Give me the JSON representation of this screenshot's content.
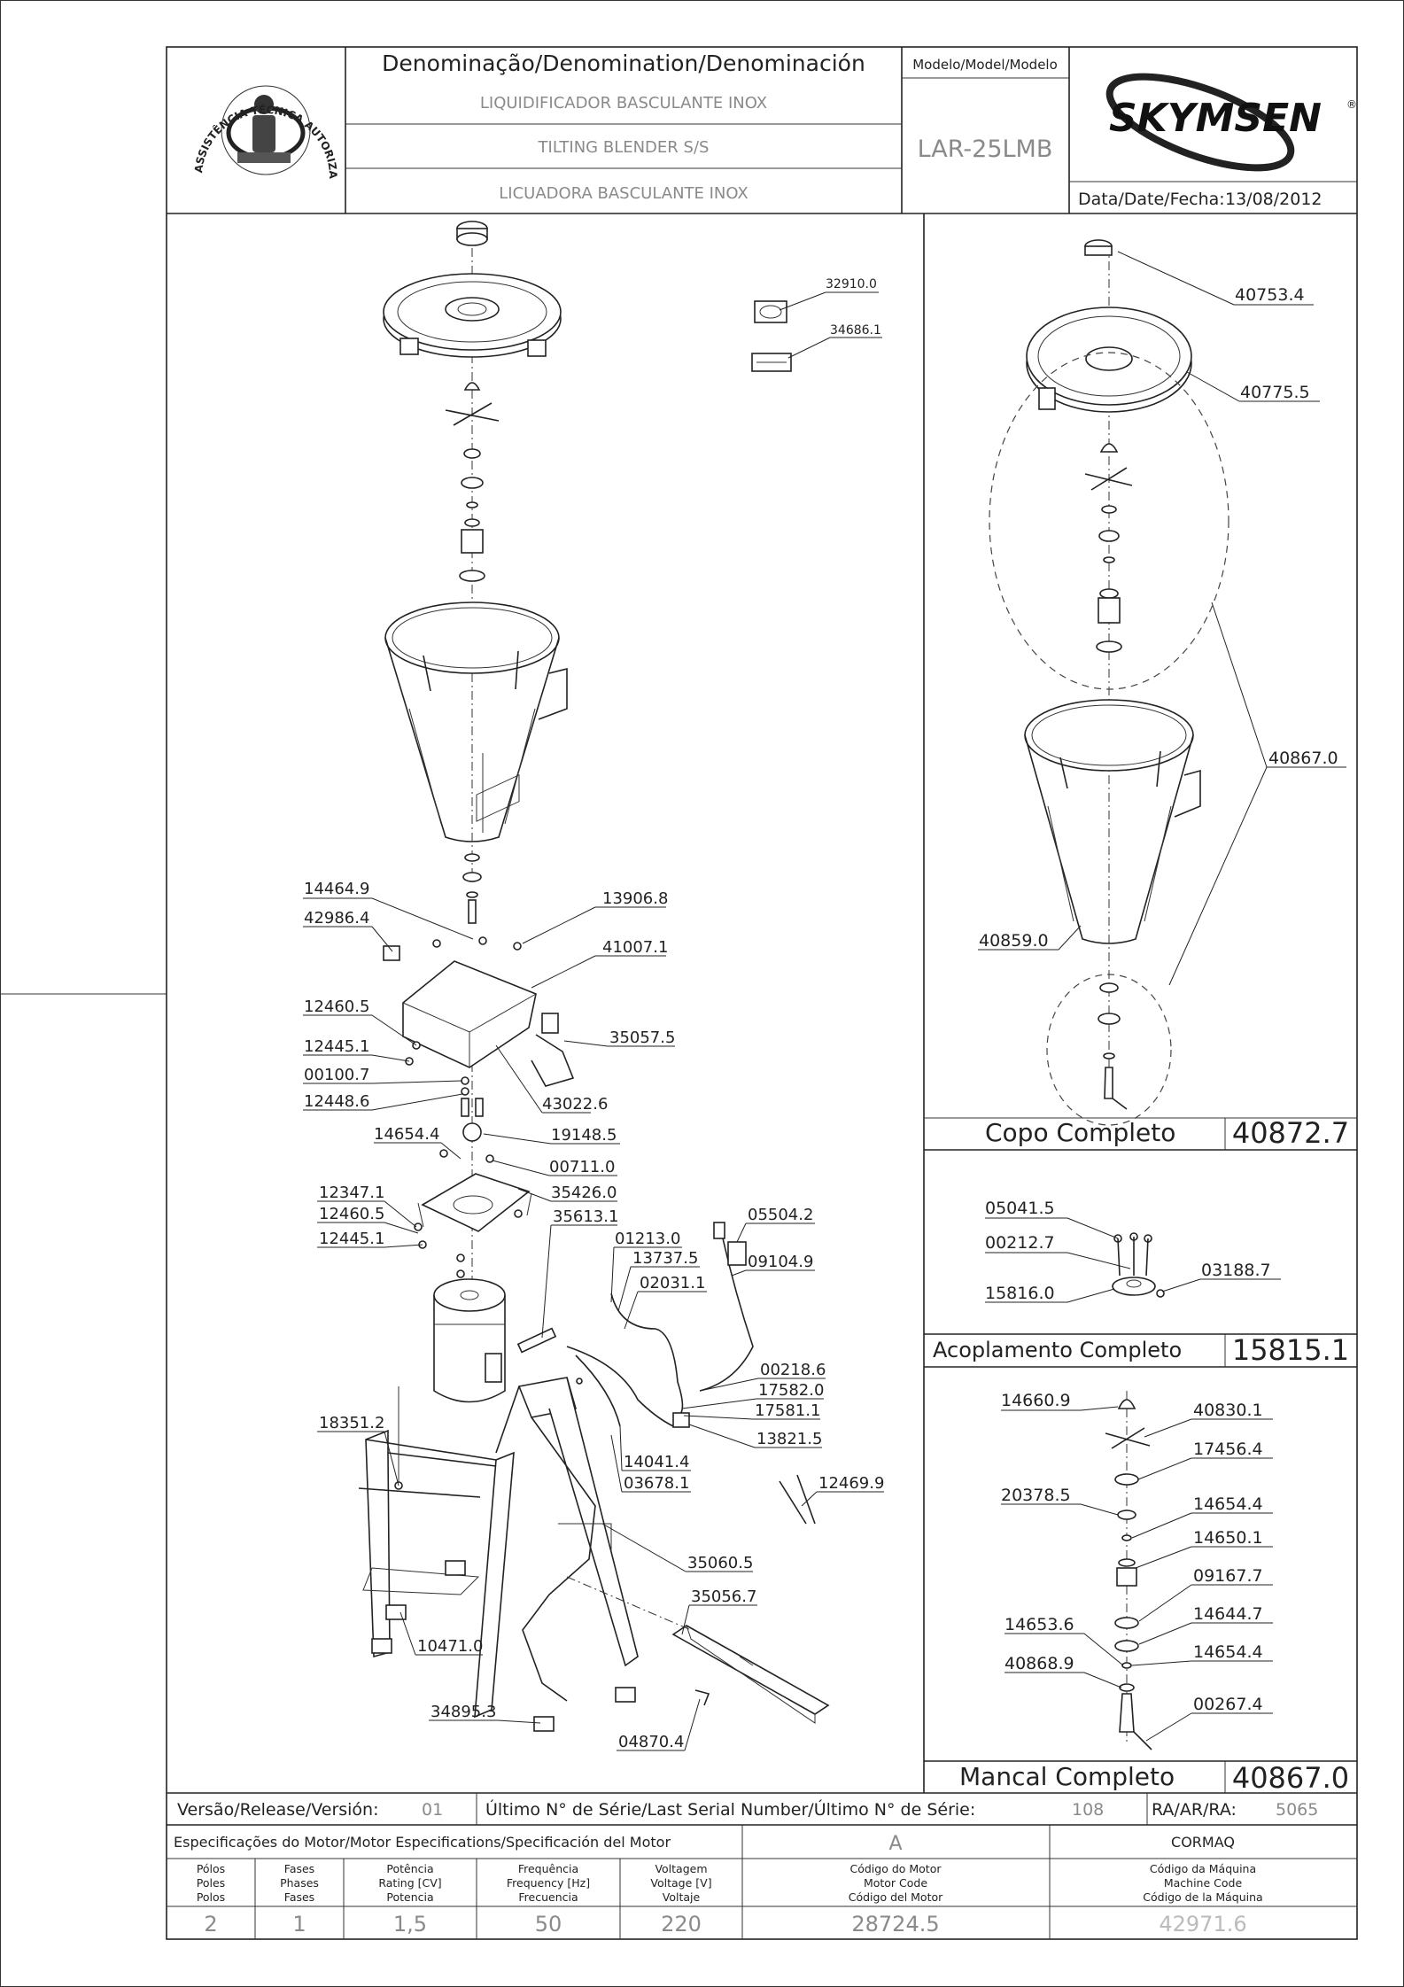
{
  "header": {
    "denomination_title": "Denominação/Denomination/Denominación",
    "name_pt": "LIQUIDIFICADOR BASCULANTE INOX",
    "name_en": "TILTING BLENDER S/S",
    "name_es": "LICUADORA BASCULANTE INOX",
    "model_label": "Modelo/Model/Modelo",
    "model_value": "LAR-25LMB",
    "brand": "SKYMSEN",
    "brand_mark": "®",
    "date_label": "Data/Date/Fecha:",
    "date_value": "13/08/2012",
    "badge_text": "ASSISTÊNCIA TÉCNICA AUTORIZADA"
  },
  "main_parts": [
    "32910.0",
    "34686.1",
    "14464.9",
    "42986.4",
    "13906.8",
    "41007.1",
    "12460.5",
    "35057.5",
    "12445.1",
    "00100.7",
    "12448.6",
    "43022.6",
    "14654.4",
    "19148.5",
    "00711.0",
    "12347.1",
    "35426.0",
    "12460.5",
    "35613.1",
    "12445.1",
    "05504.2",
    "01213.0",
    "13737.5",
    "09104.9",
    "02031.1",
    "00218.6",
    "17582.0",
    "17581.1",
    "18351.2",
    "13821.5",
    "14041.4",
    "03678.1",
    "12469.9",
    "35060.5",
    "35056.7",
    "10471.0",
    "34895.3",
    "04870.4"
  ],
  "copo": {
    "parts": [
      "40753.4",
      "40775.5",
      "40867.0",
      "40859.0"
    ],
    "title": "Copo  Completo",
    "code": "40872.7"
  },
  "acoplamento": {
    "parts": [
      "05041.5",
      "00212.7",
      "03188.7",
      "15816.0"
    ],
    "title": "Acoplamento  Completo",
    "code": "15815.1"
  },
  "mancal": {
    "parts": [
      "14660.9",
      "40830.1",
      "17456.4",
      "20378.5",
      "14654.4",
      "14650.1",
      "09167.7",
      "14653.6",
      "14644.7",
      "40868.9",
      "14654.4",
      "00267.4"
    ],
    "title": "Mancal  Completo",
    "code": "40867.0"
  },
  "release": {
    "version_label": "Versão/Release/Versión:",
    "version_value": "01",
    "serial_label": "Último N° de Série/Last Serial Number/Último N° de Série:",
    "serial_value": "108",
    "ra_label": "RA/AR/RA:",
    "ra_value": "5065"
  },
  "motor": {
    "spec_title": "Especificações do Motor/Motor Especifications/Specificación del Motor",
    "revision": "A",
    "manufacturer": "CORMAQ",
    "headers": [
      [
        "Pólos",
        "Poles",
        "Polos"
      ],
      [
        "Fases",
        "Phases",
        "Fases"
      ],
      [
        "Potência",
        "Rating [CV]",
        "Potencia"
      ],
      [
        "Frequência",
        "Frequency [Hz]",
        "Frecuencia"
      ],
      [
        "Voltagem",
        "Voltage [V]",
        "Voltaje"
      ],
      [
        "Código do Motor",
        "Motor Code",
        "Código del Motor"
      ],
      [
        "Código da Máquina",
        "Machine Code",
        "Código de la Máquina"
      ]
    ],
    "values": [
      "2",
      "1",
      "1,5",
      "50",
      "220",
      "28724.5",
      "42971.6"
    ]
  },
  "colors": {
    "line": "#222222",
    "gray_text": "#8a8a8a",
    "background": "#ffffff"
  }
}
